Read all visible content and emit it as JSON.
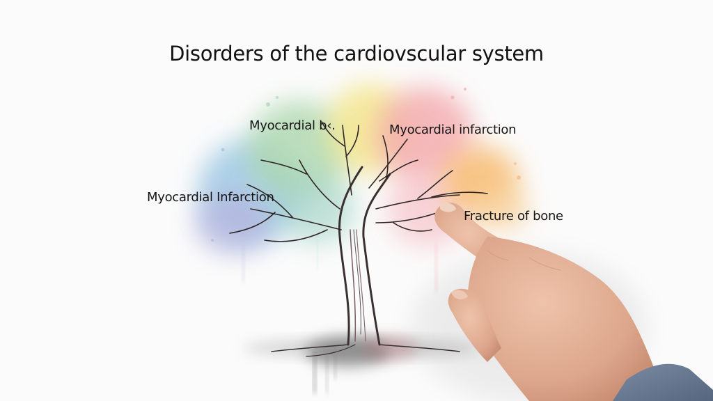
{
  "title": "Disorders of the cardiovscular system",
  "labels": [
    {
      "id": "top-left",
      "text": "Myocardial b‹."
    },
    {
      "id": "top-right",
      "text": "Myocardial infarction"
    },
    {
      "id": "mid-left",
      "text": "Myocardial Infarction"
    },
    {
      "id": "right",
      "text": "Fracture of bone"
    }
  ],
  "illustration": {
    "subject": "watercolor tree with bare branches",
    "pointer": "human hand pointing at right branch",
    "palette": {
      "blue": "#7fb8dc",
      "purple": "#a9a6d8",
      "green": "#9fd0a0",
      "yellow": "#f3e27a",
      "pink": "#f29a9e",
      "orange": "#f6b15a",
      "trunk": "#3a3030",
      "skin": "#e2b49a",
      "sleeve": "#6c7f99"
    }
  }
}
